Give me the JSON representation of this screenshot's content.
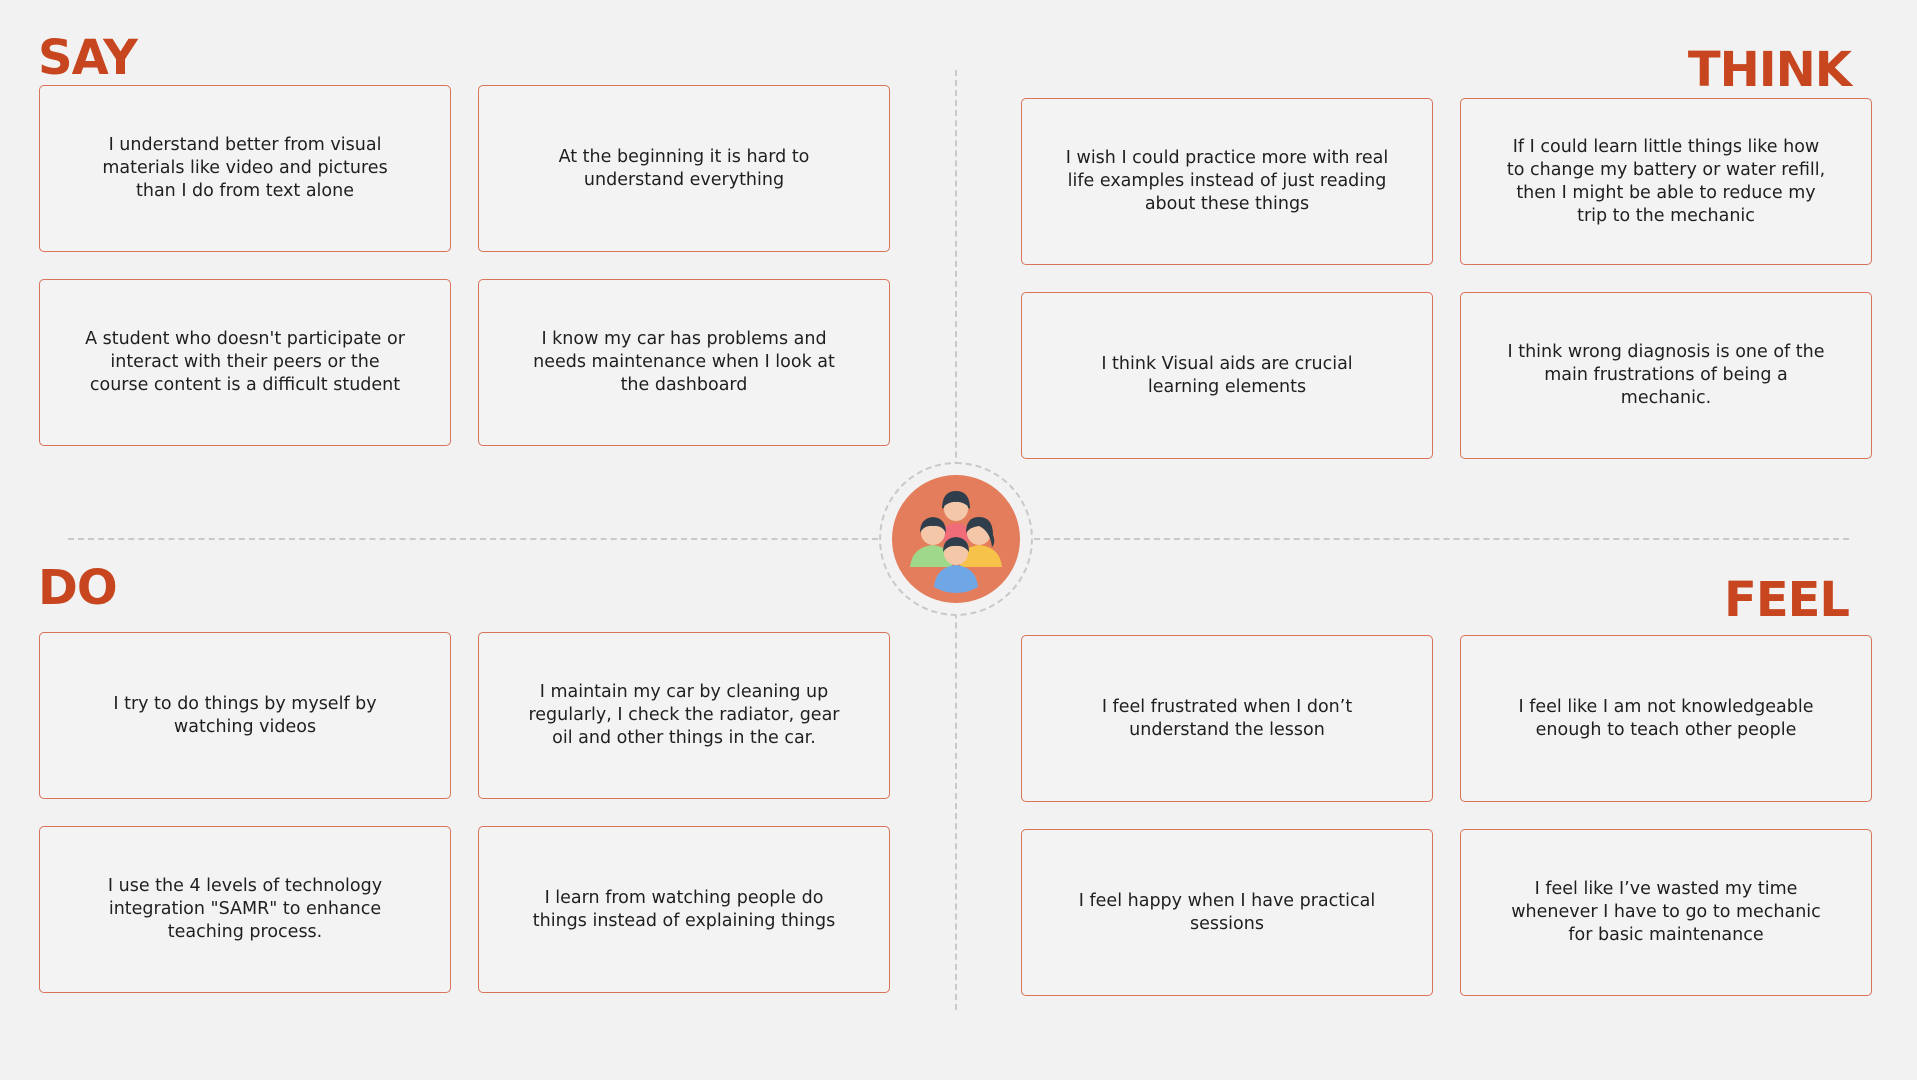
{
  "say": {
    "title": "SAY",
    "cards": [
      "I understand better from visual materials like video and pictures than I do from text alone",
      "At the beginning it is hard to understand everything",
      "A student who doesn't participate or interact with their peers or the course content is a difficult student",
      "I know my car has problems and needs maintenance when I look at the dashboard"
    ]
  },
  "think": {
    "title": "THINK",
    "cards": [
      "I wish I could practice more with real life examples instead of just reading about these things",
      "If I could learn little things like how to change my battery or water refill, then I might be able to reduce my trip to the mechanic",
      "I think Visual aids are crucial learning elements",
      "I think wrong diagnosis is one of the main frustrations of being a mechanic."
    ]
  },
  "do": {
    "title": "DO",
    "cards": [
      "I try to do things by myself by watching videos",
      "I maintain my car by cleaning up regularly, I check the radiator, gear oil and other things in the car.",
      "I use the 4 levels of technology integration \"SAMR\" to enhance teaching process.",
      "I learn from watching people do things instead of explaining things"
    ]
  },
  "feel": {
    "title": "FEEL",
    "cards": [
      "I feel frustrated when I don’t understand the lesson",
      "I feel like I am not knowledgeable enough to teach other people",
      "I feel happy when I have practical sessions",
      "I feel like I’ve wasted my time whenever I have to go to mechanic for basic maintenance"
    ]
  },
  "center": {
    "icon": "users-group-icon"
  },
  "colors": {
    "accent": "#c8461f",
    "card_border": "#d9745a",
    "background": "#f2f2f2",
    "divider": "#c9c9c9",
    "avatar_circle": "#e47d5c"
  }
}
